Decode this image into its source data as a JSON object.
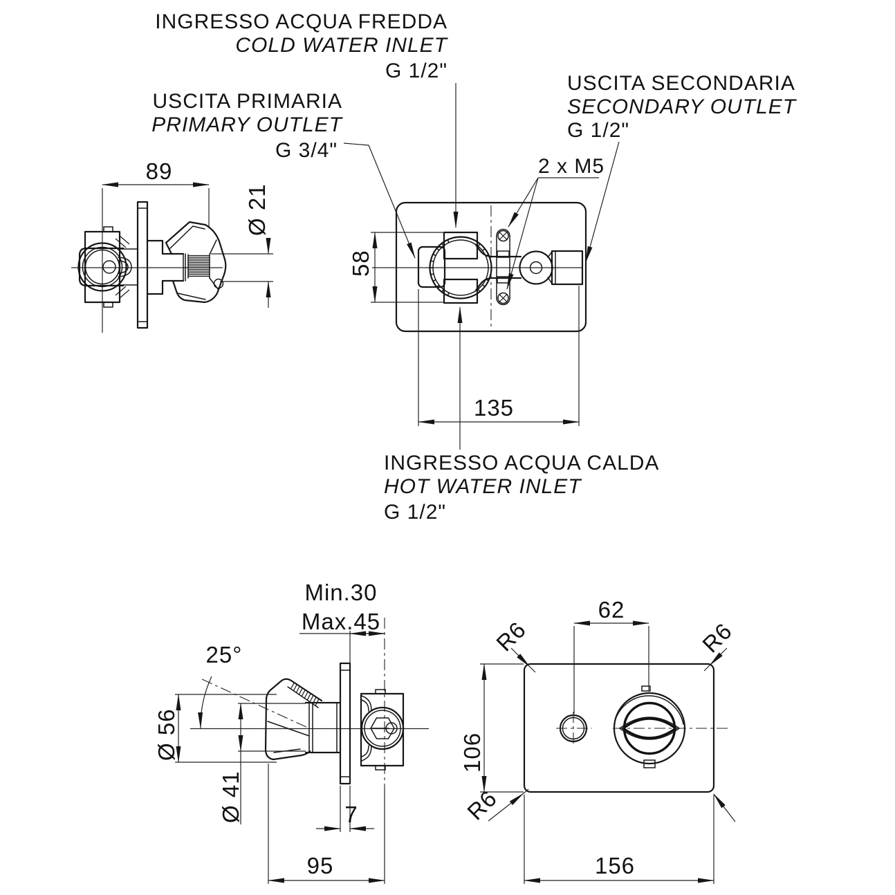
{
  "drawing": {
    "title_hint": "concealed-mixer-valve-installation-diagram",
    "labels": {
      "cold": {
        "l1": "INGRESSO ACQUA FREDDA",
        "l2": "COLD WATER INLET",
        "size": "G 1/2\""
      },
      "primary": {
        "l1": "USCITA PRIMARIA",
        "l2": "PRIMARY OUTLET",
        "size": "G 3/4\""
      },
      "secondary": {
        "l1": "USCITA SECONDARIA",
        "l2": "SECONDARY OUTLET",
        "size": "G 1/2\""
      },
      "hot": {
        "l1": "INGRESSO ACQUA CALDA",
        "l2": "HOT WATER INLET",
        "size": "G 1/2\""
      },
      "screws": "2 x M5"
    },
    "dims": {
      "width89": "89",
      "dia21": "Ø 21",
      "height58": "58",
      "width135": "135",
      "min_depth": "Min.30",
      "max_depth": "Max.45",
      "angle25": "25°",
      "dia56": "Ø 56",
      "dia41": "Ø 41",
      "plate7": "7",
      "width95": "95",
      "spacing62": "62",
      "r6_top_left": "R6",
      "r6_top_right": "R6",
      "r6_bottom_left": "R6",
      "height106": "106",
      "width156": "156"
    }
  }
}
